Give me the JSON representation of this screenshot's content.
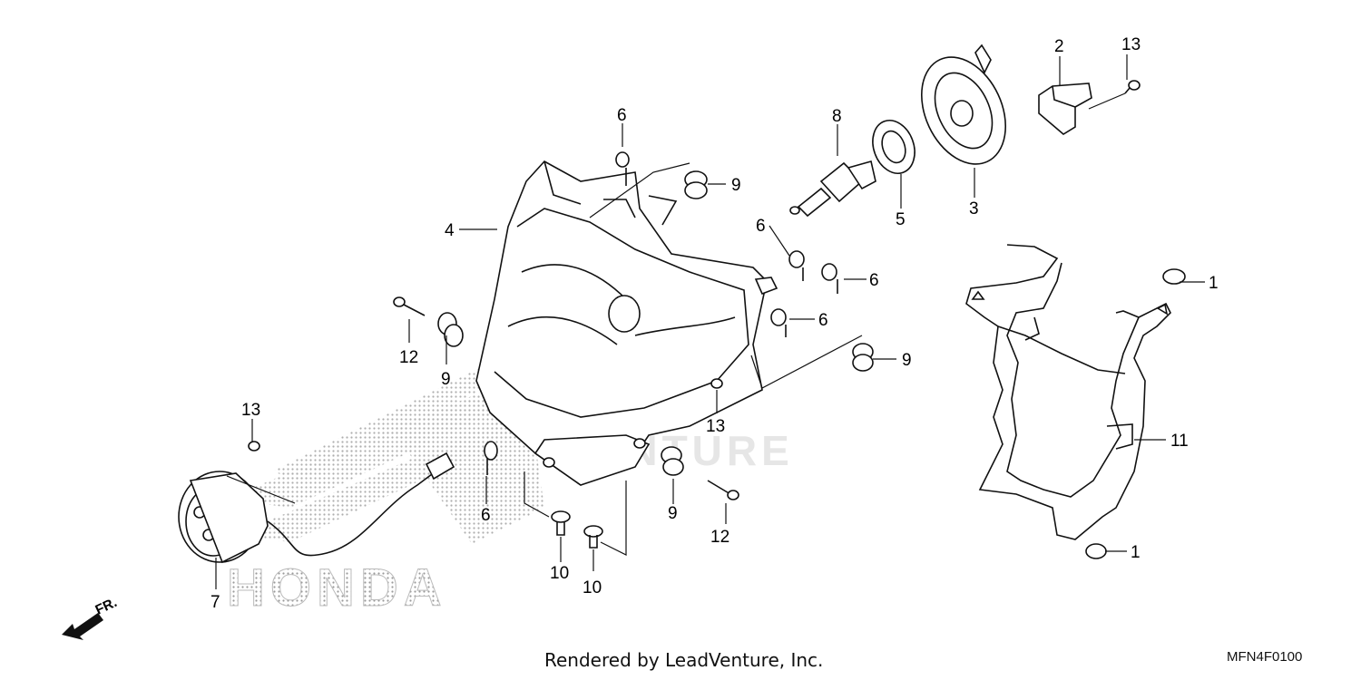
{
  "diagram": {
    "callouts": [
      "1",
      "1",
      "2",
      "3",
      "4",
      "5",
      "6",
      "6",
      "6",
      "6",
      "6",
      "7",
      "8",
      "9",
      "9",
      "9",
      "9",
      "10",
      "10",
      "11",
      "12",
      "12",
      "13",
      "13",
      "13"
    ],
    "watermark_brand": "HONDA",
    "watermark_text": "VENTURE",
    "direction_label": "FR."
  },
  "footer": {
    "credit": "Rendered by LeadVenture, Inc.",
    "code": "MFN4F0100"
  }
}
